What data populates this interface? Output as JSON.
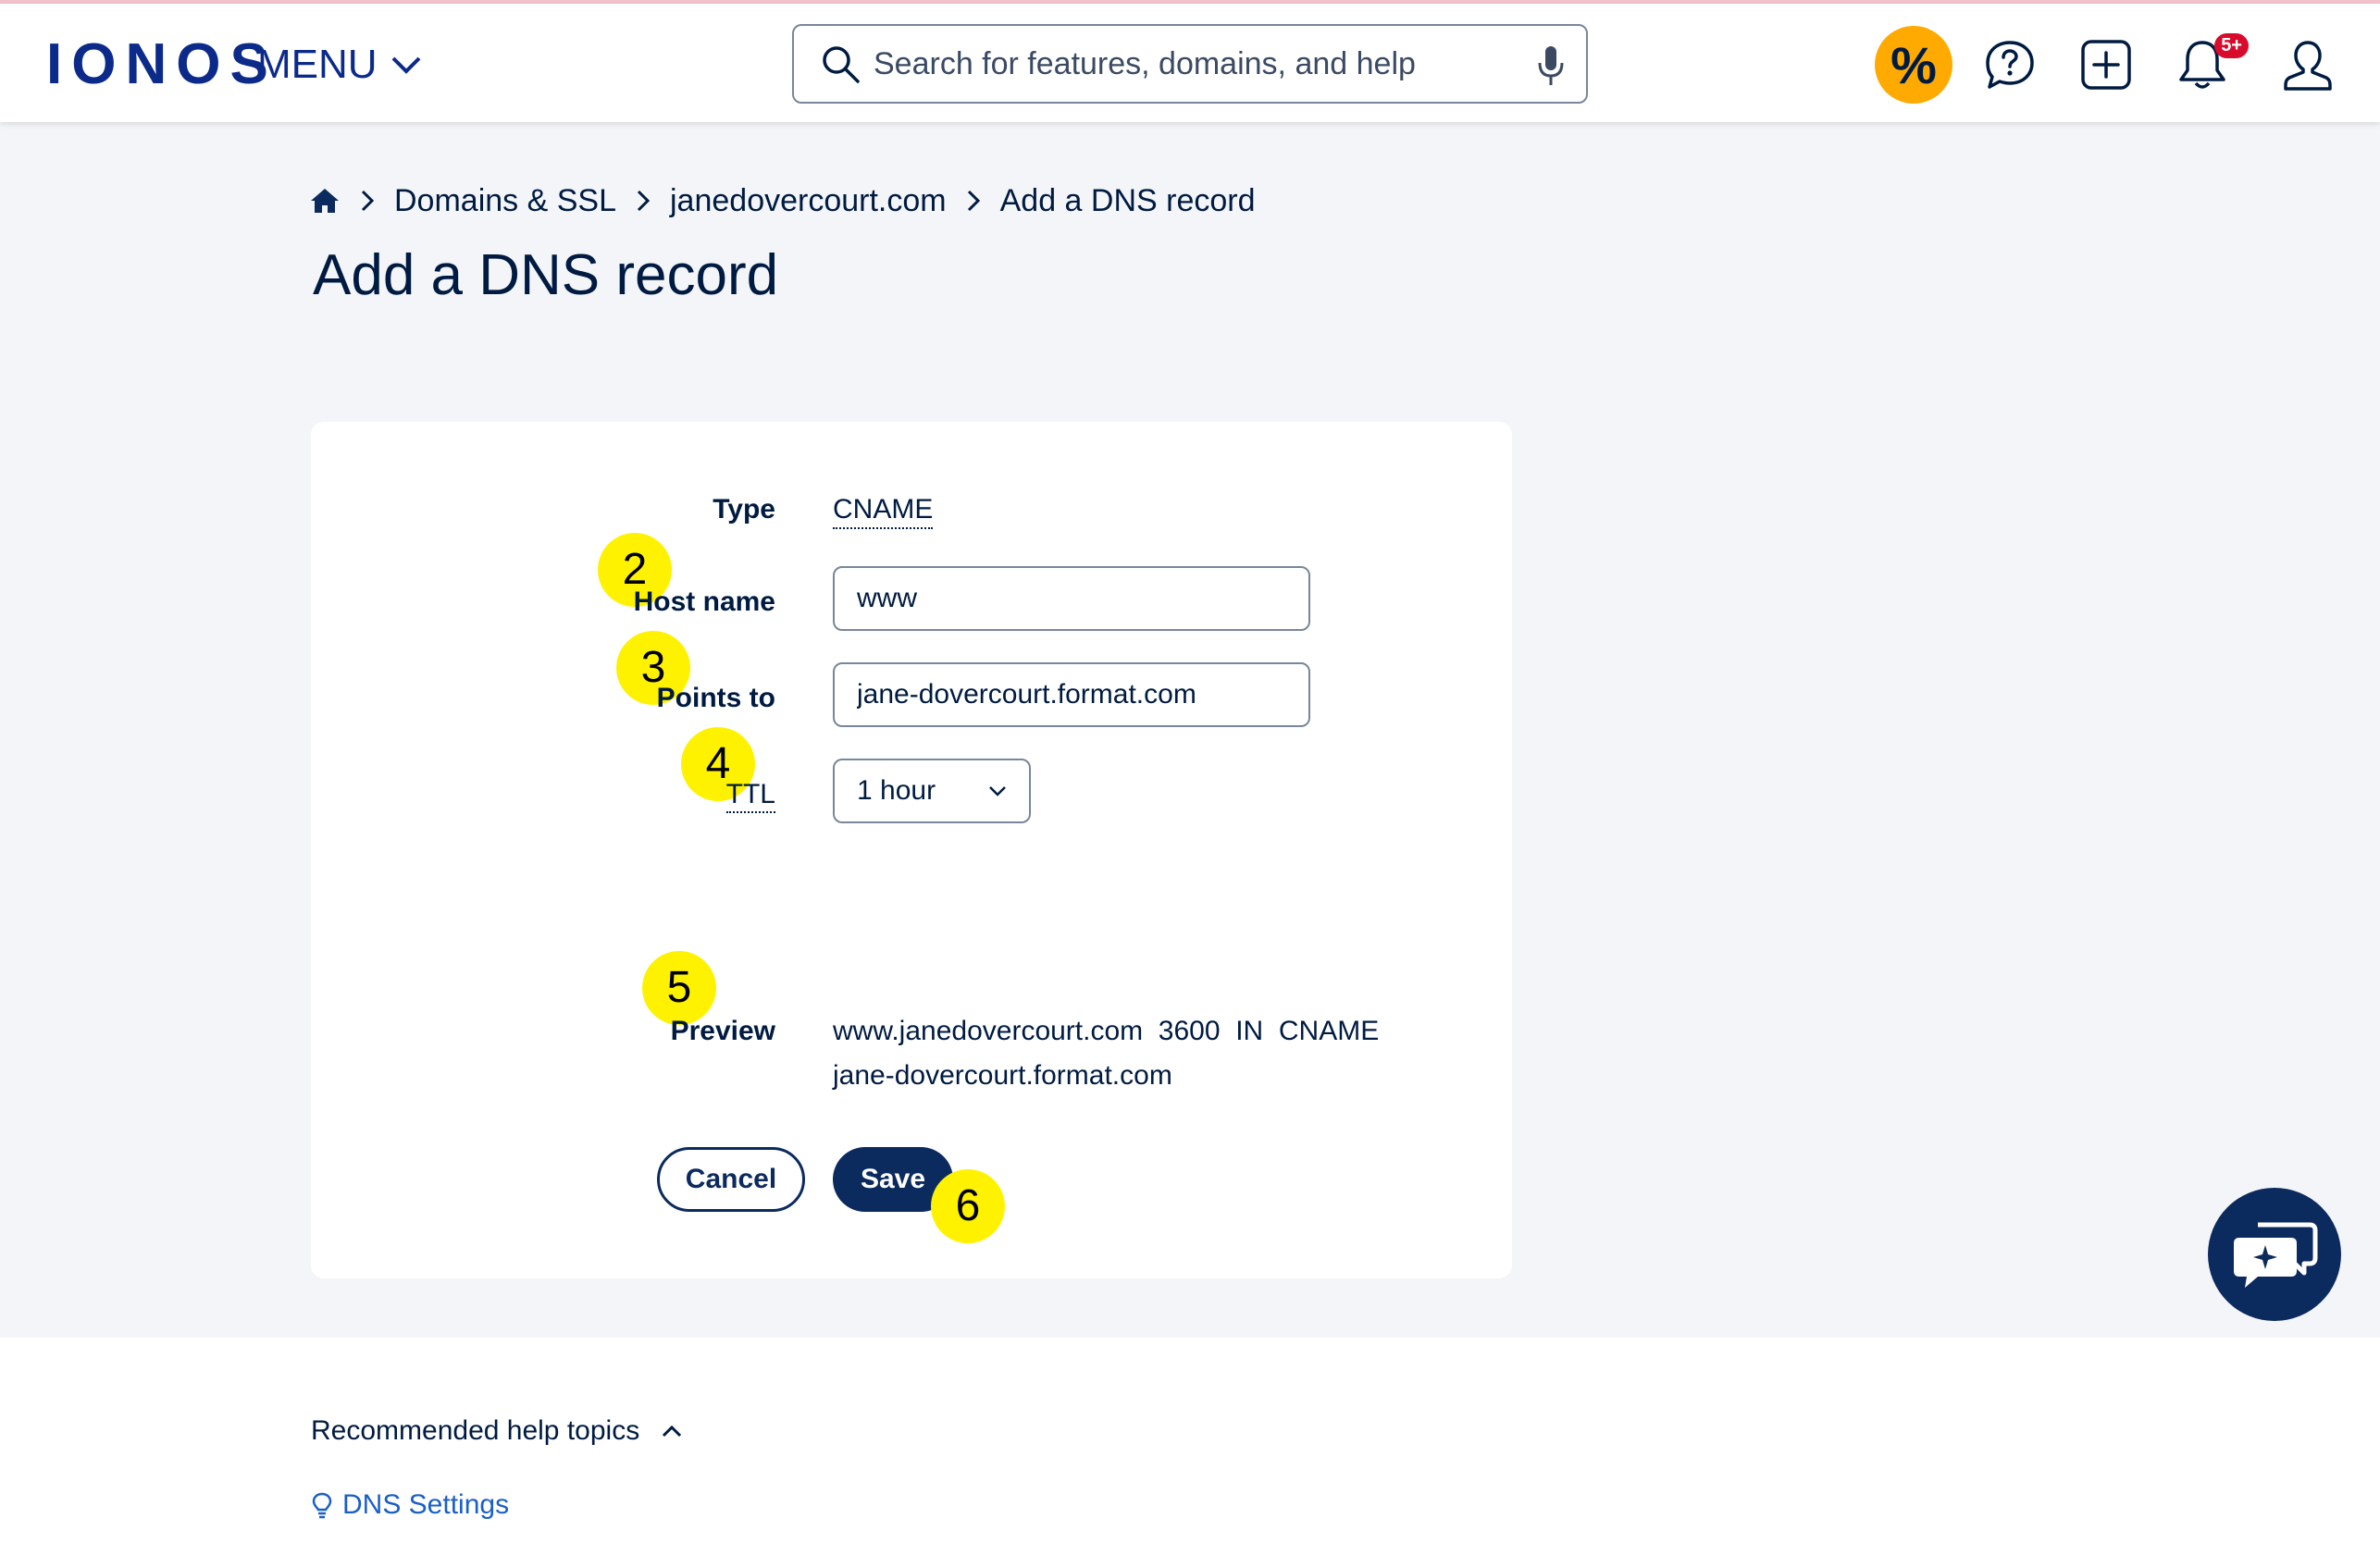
{
  "brand": {
    "logo": "IONOS"
  },
  "header": {
    "menu_label": "MENU",
    "search_placeholder": "Search for features, domains, and help",
    "promo_label": "%",
    "notifications_badge": "5+"
  },
  "breadcrumb": [
    "Domains & SSL",
    "janedovercourt.com",
    "Add a DNS record"
  ],
  "page_title": "Add a DNS record",
  "form": {
    "type_label": "Type",
    "type_value": "CNAME",
    "hostname_label": "Host name",
    "hostname_value": "www",
    "points_to_label": "Points to",
    "points_to_value": "jane-dovercourt.format.com",
    "ttl_label": "TTL",
    "ttl_value": "1 hour",
    "preview_label": "Preview",
    "preview_line1": "www.janedovercourt.com  3600  IN  CNAME",
    "preview_line2": "jane-dovercourt.format.com",
    "cancel_label": "Cancel",
    "save_label": "Save"
  },
  "markers": [
    "2",
    "3",
    "4",
    "5",
    "6"
  ],
  "help": {
    "title": "Recommended help topics",
    "links": [
      "DNS Settings"
    ]
  },
  "colors": {
    "brand_blue": "#0b2a8a",
    "navy": "#0b2a5e",
    "promo_orange": "#ffaa00",
    "marker_yellow": "#fff200",
    "badge_red": "#d80b2c",
    "link_blue": "#1a5fc8"
  },
  "icons": [
    "search-icon",
    "microphone-icon",
    "chevron-down-icon",
    "chat-question-icon",
    "add-box-icon",
    "bell-icon",
    "user-icon",
    "home-icon",
    "chevron-right-icon",
    "chevron-up-icon",
    "lightbulb-icon",
    "ai-chat-icon"
  ]
}
